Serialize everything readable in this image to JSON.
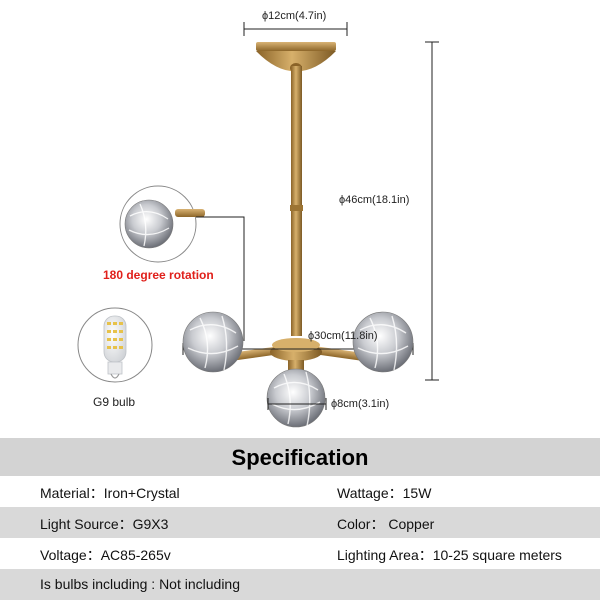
{
  "dimensions": {
    "canopy": "ϕ12cm(4.7in)",
    "height": "ϕ46cm(18.1in)",
    "span": "ϕ30cm(11.8in)",
    "globe": "ϕ8cm(3.1in)"
  },
  "callouts": {
    "rotation": "180 degree rotation",
    "bulb": "G9 bulb"
  },
  "spec": {
    "title": "Specification",
    "rows": [
      {
        "left": "Material：Iron+Crystal",
        "right": "Wattage：15W"
      },
      {
        "left": "Light Source：G9X3",
        "right": "Color： Copper"
      },
      {
        "left": "Voltage：AC85-265v",
        "right": "Lighting Area：10-25 square meters"
      },
      {
        "left": "Is bulbs including : Not including",
        "right": ""
      }
    ]
  },
  "colors": {
    "brass": "#b98f4e",
    "accent_red": "#e0201b",
    "row_gray": "#d9d9d9"
  }
}
